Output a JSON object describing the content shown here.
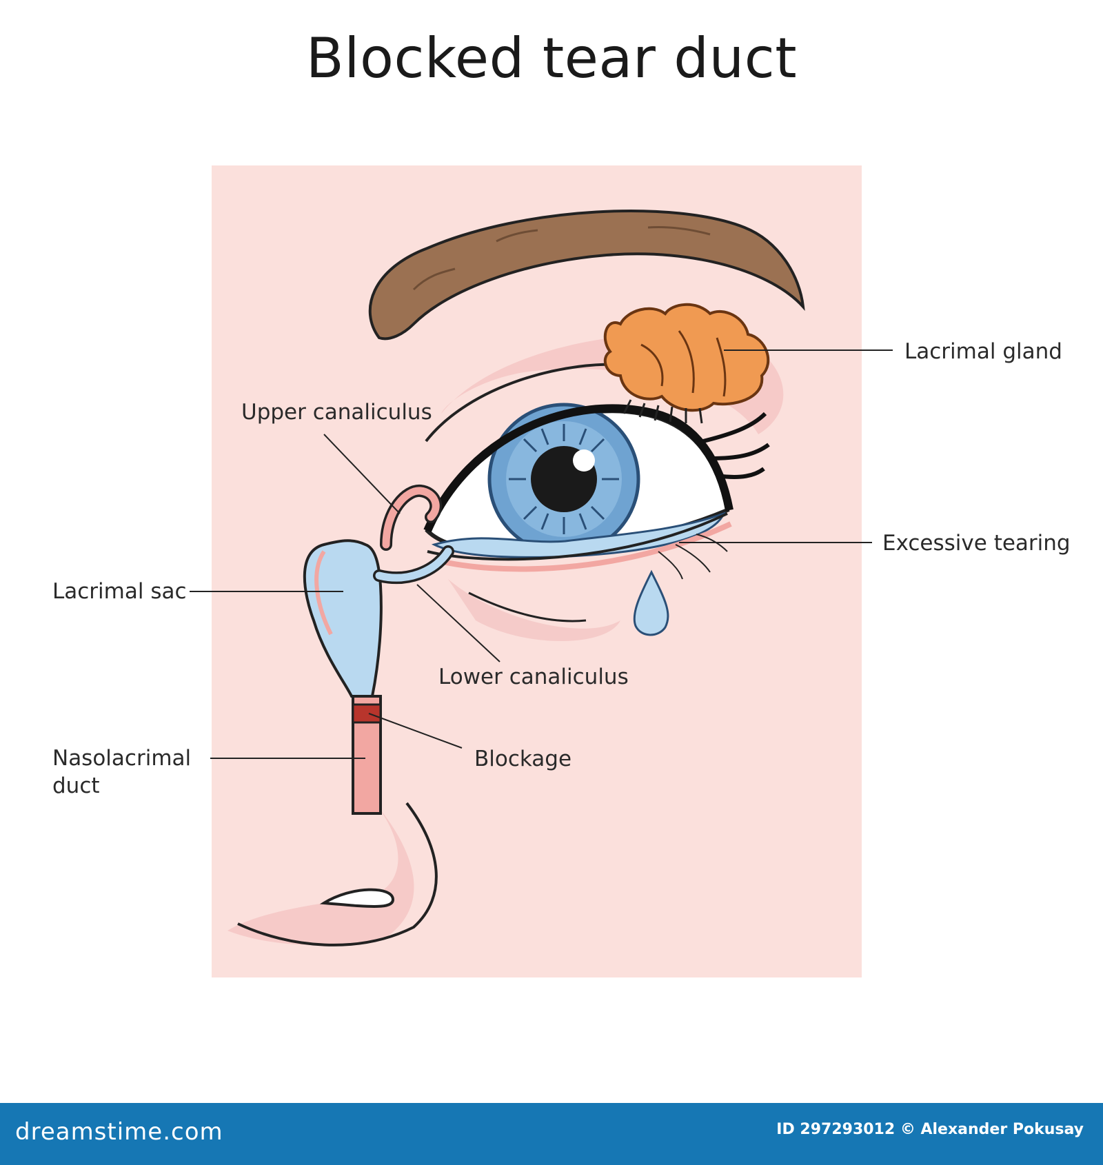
{
  "title": "Blocked tear duct",
  "labels": {
    "lacrimal_gland": "Lacrimal gland",
    "upper_canaliculus": "Upper canaliculus",
    "excessive_tearing": "Excessive tearing",
    "lacrimal_sac": "Lacrimal sac",
    "lower_canaliculus": "Lower canaliculus",
    "blockage": "Blockage",
    "nasolacrimal_duct_line1": "Nasolacrimal",
    "nasolacrimal_duct_line2": "duct"
  },
  "footer": {
    "logo": "dreamstime.com",
    "credit": "ID 297293012 © Alexander Pokusay"
  },
  "colors": {
    "skin_panel": "#fbe0dc",
    "skin_shadow": "#f4c6c4",
    "eyebrow": "#9b7152",
    "iris": "#6fa3d1",
    "pupil": "#1a1a1a",
    "gland": "#f09a52",
    "tear": "#b9d9f0",
    "duct": "#f2a7a2",
    "blockage": "#b8352c",
    "footer": "#1677b4"
  }
}
